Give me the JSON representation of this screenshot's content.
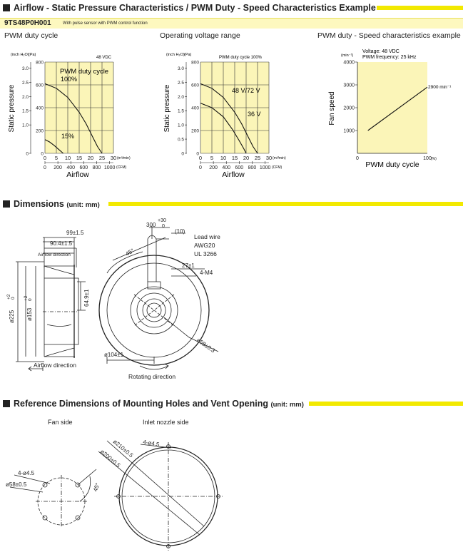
{
  "sections": {
    "s1": "Airflow - Static Pressure Characteristics / PWM Duty - Speed Characteristics Example",
    "s2": "Dimensions",
    "s2_unit": "(unit: mm)",
    "s3": "Reference Dimensions of Mounting Holes and Vent Opening",
    "s3_unit": "(unit: mm)"
  },
  "model": {
    "code": "9TS48P0H001",
    "desc": "With pulse sensor with PWM control function"
  },
  "captions": {
    "c1": "PWM duty cycle",
    "c2": "Operating voltage range",
    "c3": "PWM duty - Speed characteristics example"
  },
  "chart_data": [
    {
      "type": "line",
      "left_unit": "(inch H₂O)",
      "right_unit": "(Pa)",
      "top_note": "48 VDC",
      "ylabel": "Static pressure",
      "xlabel": "Airflow",
      "y_ticks_pa": [
        "0",
        "200",
        "400",
        "600",
        "800"
      ],
      "y_ticks_in": [
        "0",
        "1.0",
        "1.5",
        "2.0",
        "2.5",
        "3.0"
      ],
      "x_ticks_m3": [
        "0",
        "5",
        "10",
        "15",
        "20",
        "25",
        "30"
      ],
      "x_unit_m3": "(m³/min)",
      "x_ticks_cfm": [
        "0",
        "200",
        "400",
        "600",
        "800",
        "1000"
      ],
      "x_unit_cfm": "(CFM)",
      "xlim": [
        0,
        30
      ],
      "ylim": [
        0,
        800
      ],
      "grid": true,
      "annotations": [
        "PWM duty cycle",
        "100%",
        "15%"
      ],
      "series": [
        {
          "name": "100%",
          "x": [
            0,
            5,
            10,
            15,
            18,
            21,
            23,
            25
          ],
          "y": [
            610,
            570,
            490,
            360,
            260,
            140,
            60,
            0
          ]
        },
        {
          "name": "15%",
          "x": [
            0,
            2,
            4,
            6,
            8
          ],
          "y": [
            120,
            100,
            70,
            35,
            0
          ]
        }
      ]
    },
    {
      "type": "line",
      "left_unit": "(inch H₂O)",
      "right_unit": "(Pa)",
      "top_note": "PWM duty cycle 100%",
      "ylabel": "Static pressure",
      "xlabel": "Airflow",
      "y_ticks_pa": [
        "0",
        "200",
        "400",
        "600",
        "800"
      ],
      "y_ticks_in": [
        "0",
        "0.5",
        "1.0",
        "1.5",
        "2.0",
        "2.5",
        "3.0"
      ],
      "x_ticks_m3": [
        "0",
        "5",
        "10",
        "15",
        "20",
        "25",
        "30"
      ],
      "x_unit_m3": "(m³/min)",
      "x_ticks_cfm": [
        "0",
        "200",
        "400",
        "600",
        "800",
        "1000"
      ],
      "x_unit_cfm": "(CFM)",
      "xlim": [
        0,
        30
      ],
      "ylim": [
        0,
        800
      ],
      "grid": true,
      "series": [
        {
          "name": "48 V/72 V",
          "x": [
            0,
            5,
            10,
            15,
            18,
            21,
            23,
            25
          ],
          "y": [
            610,
            570,
            490,
            360,
            260,
            140,
            60,
            0
          ]
        },
        {
          "name": "36 V",
          "x": [
            0,
            5,
            10,
            14,
            17,
            19,
            20
          ],
          "y": [
            440,
            400,
            320,
            210,
            110,
            40,
            0
          ]
        }
      ]
    },
    {
      "type": "line",
      "annot1": "Voltage: 48 VDC",
      "annot2": "PWM frequency: 25 kHz",
      "ylabel": "Fan speed",
      "xlabel": "PWM duty cycle",
      "y_unit": "(min⁻¹)",
      "y_ticks": [
        "1000",
        "2000",
        "3000",
        "4000"
      ],
      "x_ticks": [
        "0",
        "100"
      ],
      "x_unit": "(%)",
      "xlim": [
        0,
        100
      ],
      "ylim": [
        0,
        4000
      ],
      "end_label": "2900 min⁻¹",
      "series": [
        {
          "name": "speed",
          "x": [
            15,
            100
          ],
          "y": [
            1000,
            2900
          ]
        }
      ]
    }
  ],
  "dims": {
    "d99": "99±1.5",
    "d90": "90.4±1.5",
    "airflow_dir": "Airflow direction",
    "d225": "ø225",
    "d225t": "+2",
    "d225b": "0",
    "d153": "ø153",
    "d153t": "+2",
    "d153b": "0",
    "d64": "64.9±1",
    "airflow_dir2": "Airflow direction",
    "d300": "300",
    "d300t": "+30",
    "d300b": "0",
    "d10": "(10)",
    "lead1": "Lead wire",
    "lead2": "AWG20",
    "lead3": "UL 3266",
    "a45": "45°",
    "d27": "27±1",
    "m4": "4-M4",
    "d58": "ø58±0.3",
    "d104": "ø104±1",
    "rot": "Rotating direction"
  },
  "ref": {
    "fan_side": "Fan side",
    "inlet": "Inlet nozzle side",
    "h45": "4-ø4.5",
    "d58": "ø58±0.5",
    "a45": "45°",
    "d210": "ø210±0.5",
    "h45b": "4-ø4.5",
    "d200": "ø200±0.5"
  },
  "colors": {
    "accent_bar": "#f2e900",
    "model_band": "#fdf8bf",
    "chart_bg": "#fbf5b8"
  }
}
